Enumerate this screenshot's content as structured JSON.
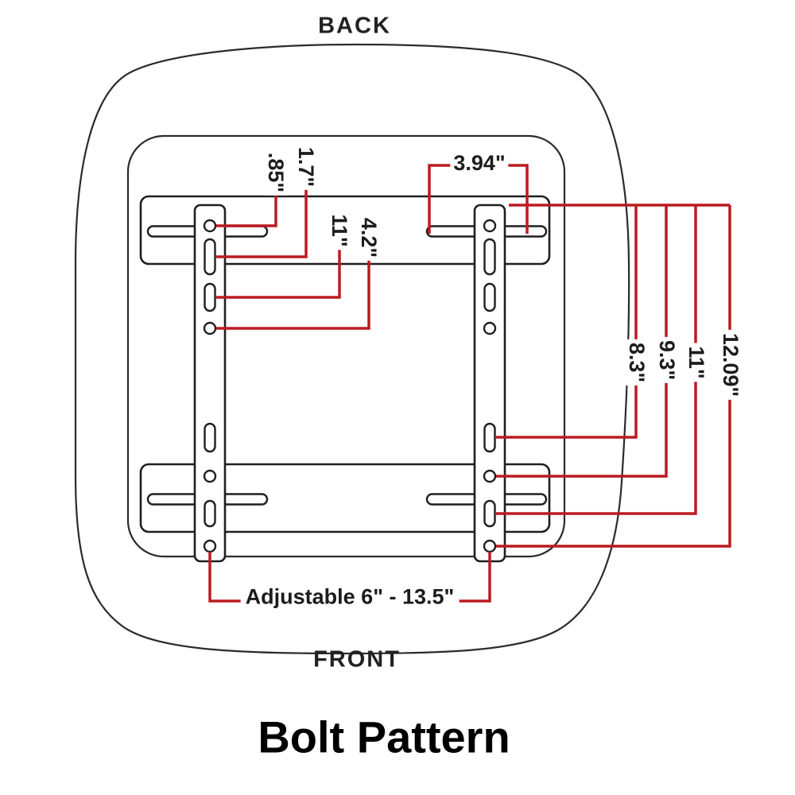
{
  "labels": {
    "back": "BACK",
    "front": "FRONT",
    "title": "Bolt Pattern",
    "adjustable": "Adjustable 6\" - 13.5\""
  },
  "dims": {
    "left_offset_small": ".85\"",
    "left_offset": "1.7\"",
    "left_slot_spacing": "11\"",
    "left_hole_spacing": "4.2\"",
    "top_slot_width": "3.94\"",
    "right_1": "8.3\"",
    "right_2": "9.3\"",
    "right_3": "11\"",
    "right_4": "12.09\""
  },
  "colors": {
    "dimension_red": "#bb1b21",
    "outline_black": "#2b2b2b"
  }
}
